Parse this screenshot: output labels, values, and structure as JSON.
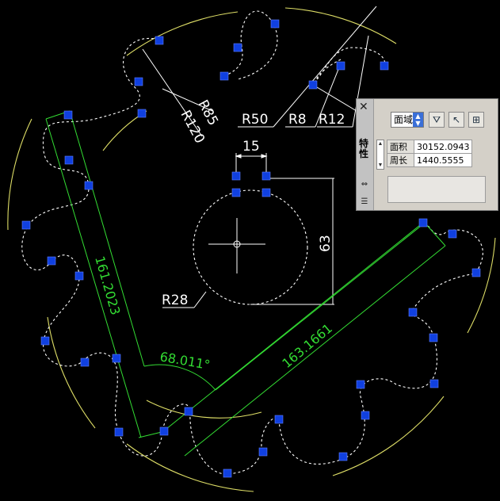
{
  "drawing": {
    "dimensions": {
      "d15": "15",
      "d63": "63",
      "r28": "R28",
      "r50": "R50",
      "r8": "R8",
      "r12": "R12",
      "r85": "R85",
      "r120": "R120"
    },
    "measurements": {
      "len1": "161.2023",
      "angle": "68.011°",
      "len2": "163.1661"
    }
  },
  "properties_palette": {
    "title": "特性",
    "close_icon": "close-icon",
    "selector_value": "面域",
    "quick_select_icon": "quick-select-icon",
    "select_objects_icon": "select-objects-icon",
    "pickadd_icon": "pickadd-icon",
    "rows": [
      {
        "label": "面积",
        "value": "30152.0943"
      },
      {
        "label": "周长",
        "value": "1440.5555"
      }
    ]
  },
  "colors": {
    "background": "#000000",
    "grip": "#1040e0",
    "dimension_green": "#33dd33",
    "arc_yellow": "#dddd66",
    "geometry_white": "#ffffff"
  }
}
